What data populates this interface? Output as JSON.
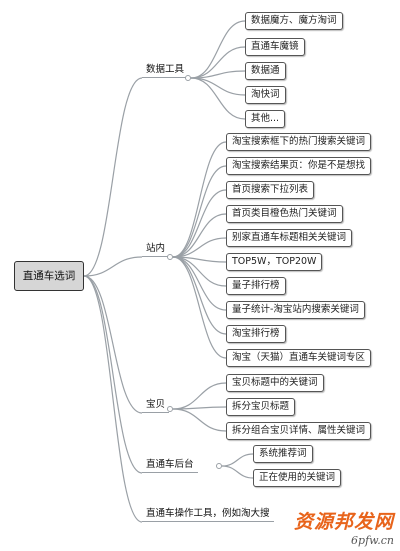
{
  "mindmap": {
    "root": "直通车选词",
    "branches": [
      {
        "label": "数据工具",
        "children": [
          "数据魔方、魔方淘词",
          "直通车魔镜",
          "数据通",
          "淘快词",
          "其他..."
        ]
      },
      {
        "label": "站内",
        "children": [
          "淘宝搜索框下的热门搜索关键词",
          "淘宝搜索结果页：你是不是想找",
          "首页搜索下拉列表",
          "首页类目橙色热门关键词",
          "别家直通车标题相关关键词",
          "TOP5W，TOP20W",
          "量子排行榜",
          "量子统计-淘宝站内搜索关键词",
          "淘宝排行榜",
          "淘宝（天猫）直通车关键词专区"
        ]
      },
      {
        "label": "宝贝",
        "children": [
          "宝贝标题中的关键词",
          "拆分宝贝标题",
          "拆分组合宝贝详情、属性关键词"
        ]
      },
      {
        "label": "直通车后台",
        "children": [
          "系统推荐词",
          "正在使用的关键词"
        ]
      },
      {
        "label": "直通车操作工具，例如淘大搜",
        "children": []
      }
    ]
  },
  "watermark": {
    "main": "资源邦发网",
    "sub": "6pfw.cn"
  }
}
